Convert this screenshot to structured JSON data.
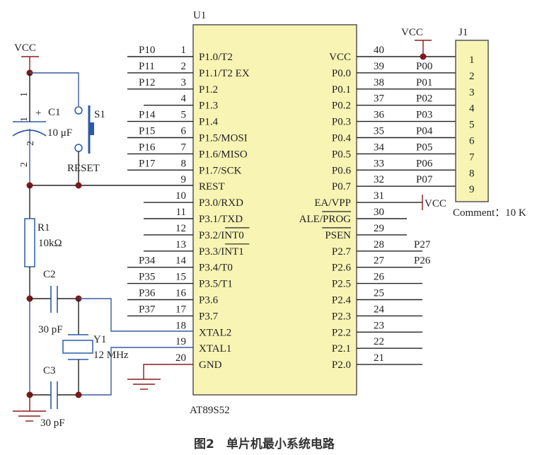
{
  "colors": {
    "chip_fill": "#f8f4b4",
    "chip_stroke": "#555555",
    "wire": "#222222",
    "wire_blue": "#3a5a9a",
    "power": "#8b1a1a",
    "junction": "#7a1a1a",
    "component_blue": "#2a5aa8"
  },
  "chip": {
    "ref": "U1",
    "part": "AT89S52",
    "left_pins": [
      {
        "num": "1",
        "name": "P1.0/T2",
        "net": "P10"
      },
      {
        "num": "2",
        "name": "P1.1/T2 EX",
        "net": "P11"
      },
      {
        "num": "3",
        "name": "P1.2",
        "net": "P12"
      },
      {
        "num": "4",
        "name": "P1.3",
        "net": ""
      },
      {
        "num": "5",
        "name": "P1.4",
        "net": "P14"
      },
      {
        "num": "6",
        "name": "P1.5/MOSI",
        "net": "P15"
      },
      {
        "num": "7",
        "name": "P1.6/MISO",
        "net": "P16"
      },
      {
        "num": "8",
        "name": "P1.7/SCK",
        "net": "P17"
      },
      {
        "num": "9",
        "name": "REST",
        "net": ""
      },
      {
        "num": "10",
        "name": "P3.0/RXD",
        "net": ""
      },
      {
        "num": "11",
        "name": "P3.1/TXD",
        "net": ""
      },
      {
        "num": "12",
        "name": "P3.2/INT0",
        "net": "",
        "overbar": "INT0"
      },
      {
        "num": "13",
        "name": "P3.3/INT1",
        "net": "",
        "overbar": "INT1"
      },
      {
        "num": "14",
        "name": "P3.4/T0",
        "net": "P34"
      },
      {
        "num": "15",
        "name": "P3.5/T1",
        "net": "P35"
      },
      {
        "num": "16",
        "name": "P3.6",
        "net": "P36"
      },
      {
        "num": "17",
        "name": "P3.7",
        "net": "P37"
      },
      {
        "num": "18",
        "name": "XTAL2",
        "net": ""
      },
      {
        "num": "19",
        "name": "XTAL1",
        "net": ""
      },
      {
        "num": "20",
        "name": "GND",
        "net": ""
      }
    ],
    "right_pins": [
      {
        "num": "40",
        "name": "VCC",
        "net": ""
      },
      {
        "num": "39",
        "name": "P0.0",
        "net": "P00"
      },
      {
        "num": "38",
        "name": "P0.1",
        "net": "P01"
      },
      {
        "num": "37",
        "name": "P0.2",
        "net": "P02"
      },
      {
        "num": "36",
        "name": "P0.3",
        "net": "P03"
      },
      {
        "num": "35",
        "name": "P0.4",
        "net": "P04"
      },
      {
        "num": "34",
        "name": "P0.5",
        "net": "P05"
      },
      {
        "num": "33",
        "name": "P0.6",
        "net": "P06"
      },
      {
        "num": "32",
        "name": "P0.7",
        "net": "P07"
      },
      {
        "num": "31",
        "name": "EA/VPP",
        "net": "VCC"
      },
      {
        "num": "30",
        "name": "ALE/PROG",
        "net": ""
      },
      {
        "num": "29",
        "name": "PSEN",
        "net": "",
        "overbar": "PSEN"
      },
      {
        "num": "28",
        "name": "P2.7",
        "net": "P27"
      },
      {
        "num": "27",
        "name": "P2.6",
        "net": "P26"
      },
      {
        "num": "26",
        "name": "P2.5",
        "net": ""
      },
      {
        "num": "25",
        "name": "P2.4",
        "net": ""
      },
      {
        "num": "24",
        "name": "P2.3",
        "net": ""
      },
      {
        "num": "23",
        "name": "P2.2",
        "net": ""
      },
      {
        "num": "22",
        "name": "P2.1",
        "net": ""
      },
      {
        "num": "21",
        "name": "P2.0",
        "net": ""
      }
    ]
  },
  "connector": {
    "ref": "J1",
    "pins": [
      "1",
      "2",
      "3",
      "4",
      "5",
      "6",
      "7",
      "8",
      "9"
    ],
    "comment": "Comment：10 K",
    "vcc_label": "VCC"
  },
  "reset_circuit": {
    "vcc_label": "VCC",
    "c1_ref": "C1",
    "c1_value": "10 μF",
    "c1_plus": "+",
    "c1_pin1": "1",
    "c1_pin2": "2",
    "c1_lead_1": "1",
    "c1_lead_2": "2",
    "s1_ref": "S1",
    "s1_label": "RESET",
    "r1_ref": "R1",
    "r1_value": "10kΩ"
  },
  "oscillator": {
    "c2_ref": "C2",
    "c2_value": "30 pF",
    "c3_ref": "C3",
    "c3_value": "30 pF",
    "y1_ref": "Y1",
    "y1_value": "12 MHz"
  },
  "caption": "图2　单片机最小系统电路"
}
